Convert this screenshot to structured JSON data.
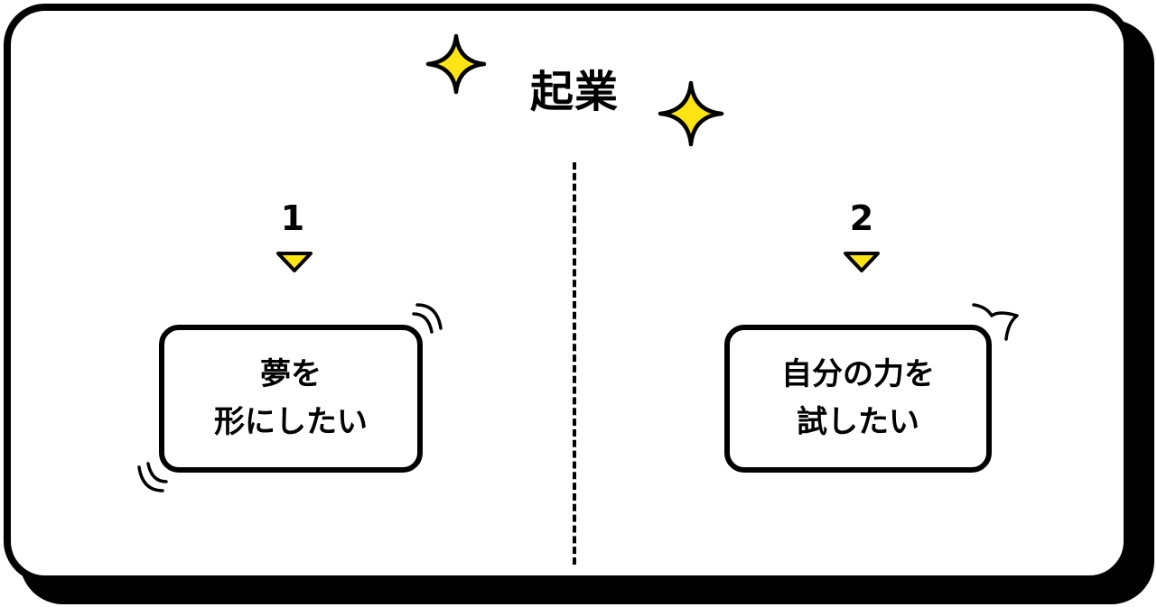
{
  "title": "起業",
  "steps": [
    {
      "number": "1",
      "lines": [
        "夢を",
        "形にしたい"
      ]
    },
    {
      "number": "2",
      "lines": [
        "自分の力を",
        "試したい"
      ]
    }
  ],
  "colors": {
    "accent": "#FFE414",
    "outline": "#000000",
    "background": "#FFFFFF"
  },
  "icons": [
    "sparkle-icon",
    "arrow-down-icon",
    "motion-lines-icon",
    "shock-mark-icon"
  ]
}
